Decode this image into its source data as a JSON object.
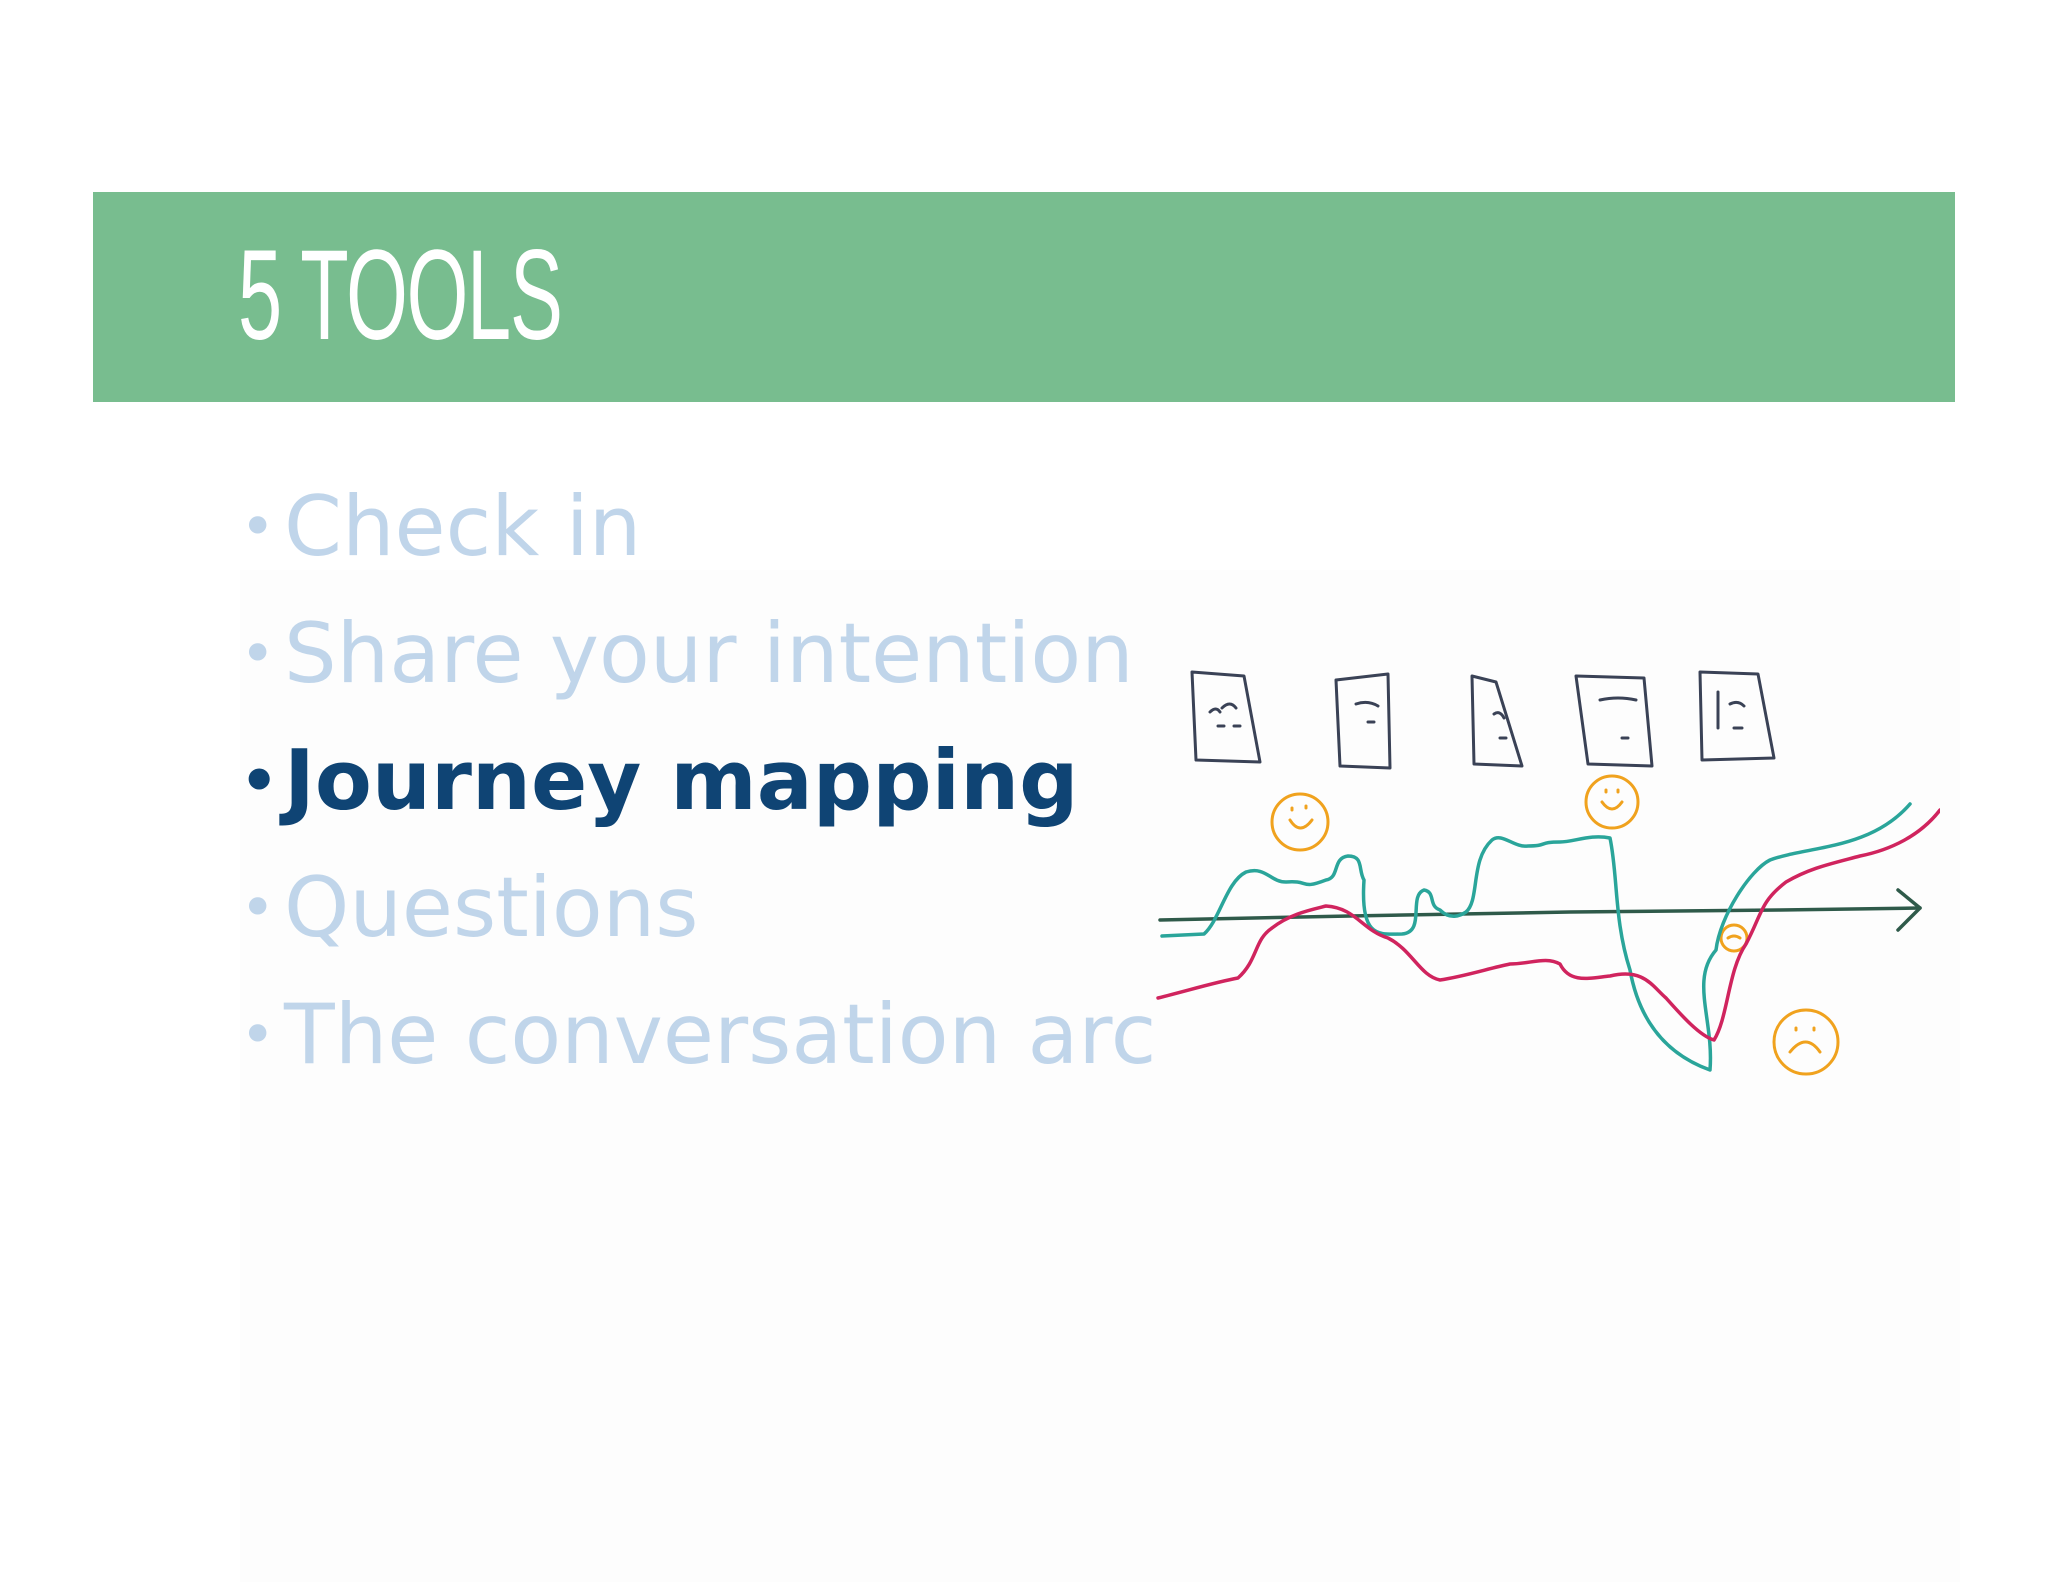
{
  "slide": {
    "title": "5 TOOLS",
    "bullets": [
      {
        "label": "Check in",
        "active": false
      },
      {
        "label": "Share your intention",
        "active": false
      },
      {
        "label": "Journey mapping",
        "active": true
      },
      {
        "label": "Questions",
        "active": false
      },
      {
        "label": "The conversation arc",
        "active": false
      }
    ],
    "bullet_glyph": "•",
    "colors": {
      "title_bar": "#78bd8f",
      "title_text": "#ffffff",
      "bullet_inactive": "#c0d5ea",
      "bullet_active": "#0f4474",
      "sketch_teal": "#2aa59a",
      "sketch_crimson": "#d0245e",
      "sketch_axis": "#2f5a4a",
      "sketch_smiley": "#f0a21e",
      "sketch_frames": "#3a4256"
    }
  }
}
